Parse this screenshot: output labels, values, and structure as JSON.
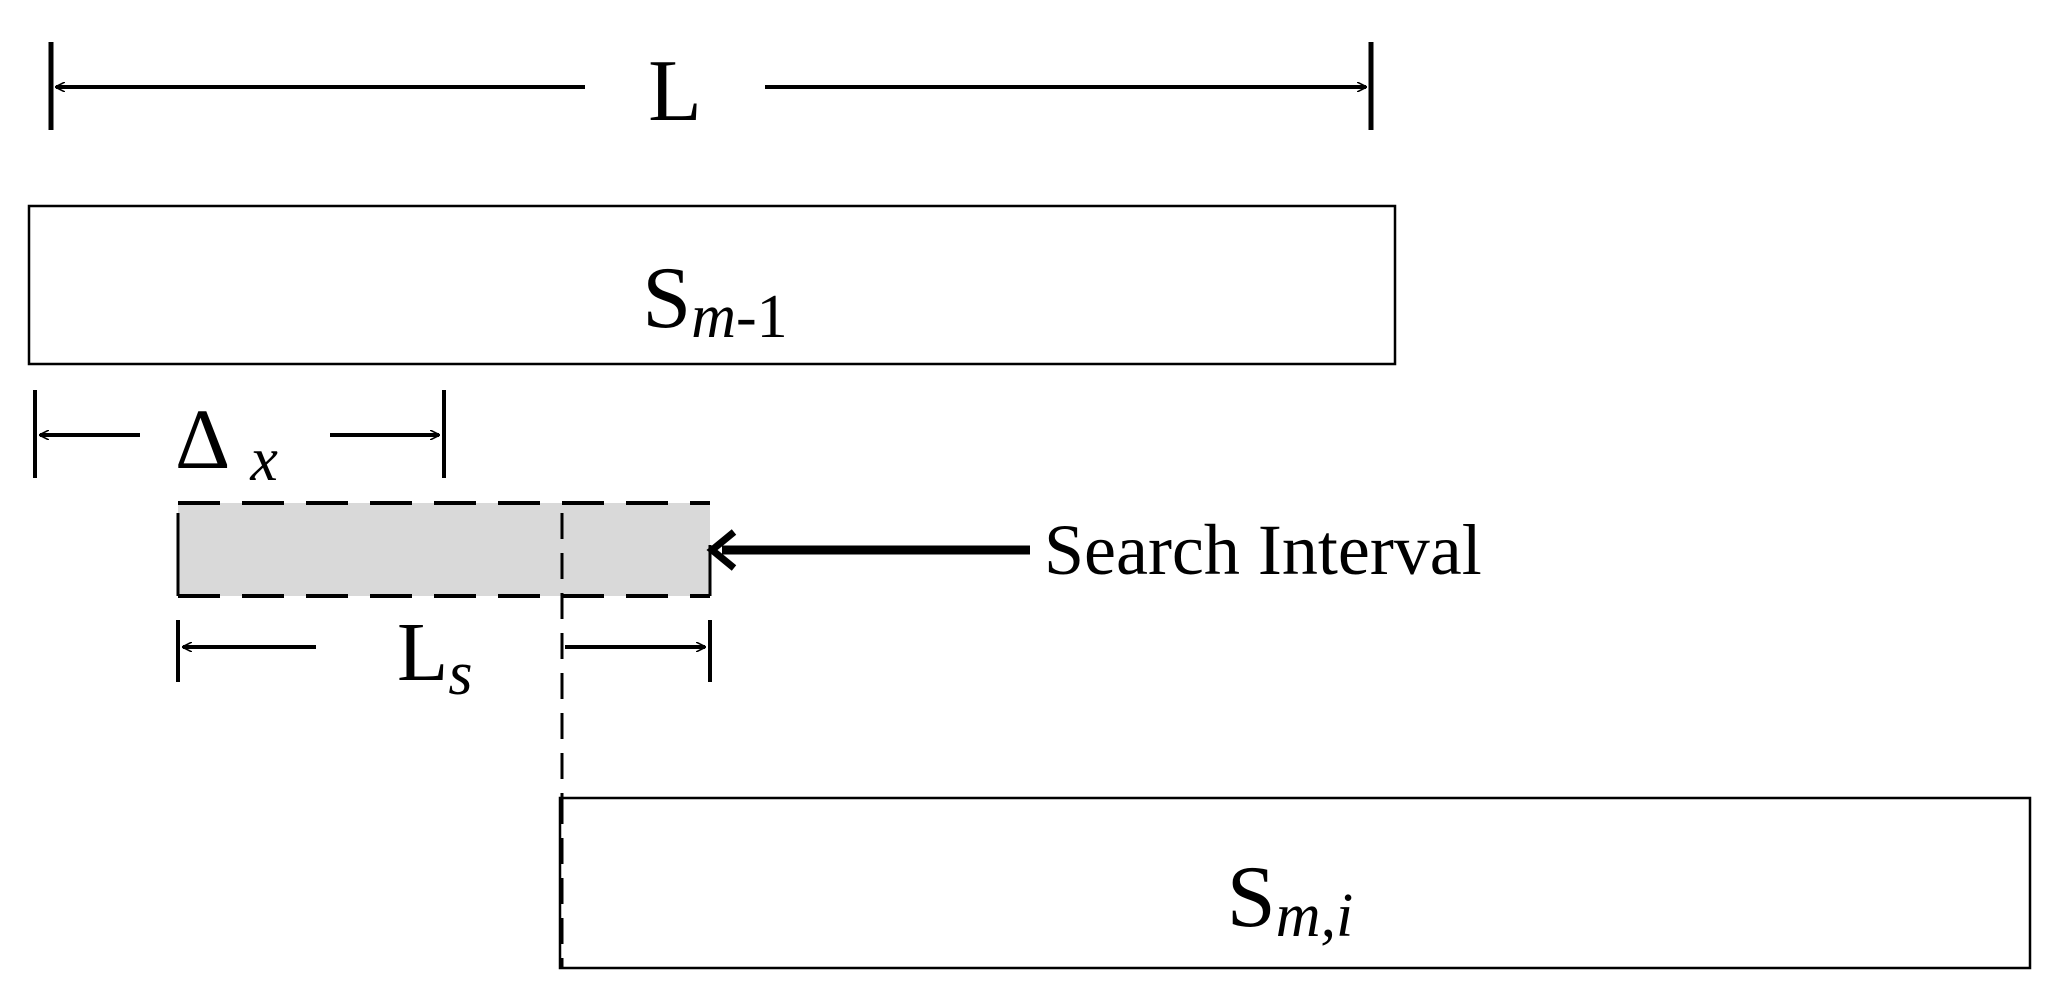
{
  "dimension_L": {
    "label": "L"
  },
  "segment_prev": {
    "base": "S",
    "subscript_italic": "m",
    "subscript_rest": "-1"
  },
  "dimension_delta_x": {
    "base": "Δ",
    "subscript": "x"
  },
  "search_interval": {
    "label": "Search Interval",
    "fill_color": "#d9d9d9"
  },
  "dimension_Ls": {
    "base": "L",
    "subscript": "s"
  },
  "segment_current": {
    "base": "S",
    "subscript": "m,i"
  },
  "colors": {
    "stroke": "#000000",
    "background": "#ffffff"
  }
}
